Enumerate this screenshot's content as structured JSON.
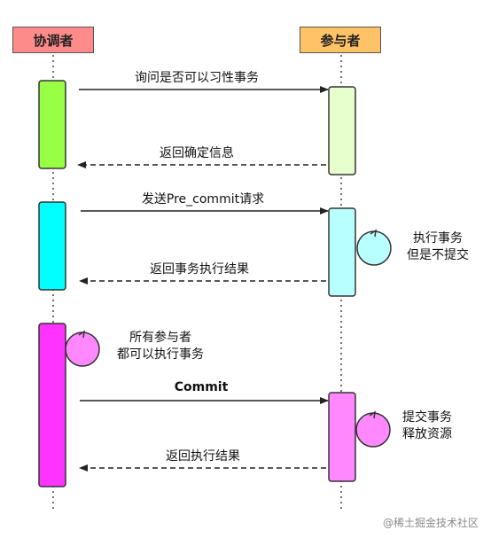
{
  "actors": {
    "coordinator": {
      "label": "协调者",
      "color": "#ff8a8a"
    },
    "participant": {
      "label": "参与者",
      "color": "#ffc266"
    }
  },
  "phases": [
    {
      "coordinator_box_color": "#99ff44",
      "participant_box_color": "#e6ffcc",
      "request": "询问是否可以习性事务",
      "response": "返回确定信息"
    },
    {
      "coordinator_box_color": "#00ffff",
      "participant_box_color": "#b8ffff",
      "request": "发送Pre_commit请求",
      "participant_note": [
        "执行事务",
        "但是不提交"
      ],
      "response": "返回事务执行结果"
    },
    {
      "coordinator_box_color": "#ff33ff",
      "participant_box_color": "#ff88ff",
      "coordinator_note": [
        "所有参与者",
        "都可以执行事务"
      ],
      "request": "Commit",
      "participant_note": [
        "提交事务",
        "释放资源"
      ],
      "response": "返回执行结果"
    }
  ],
  "watermark": "@稀土掘金技术社区"
}
